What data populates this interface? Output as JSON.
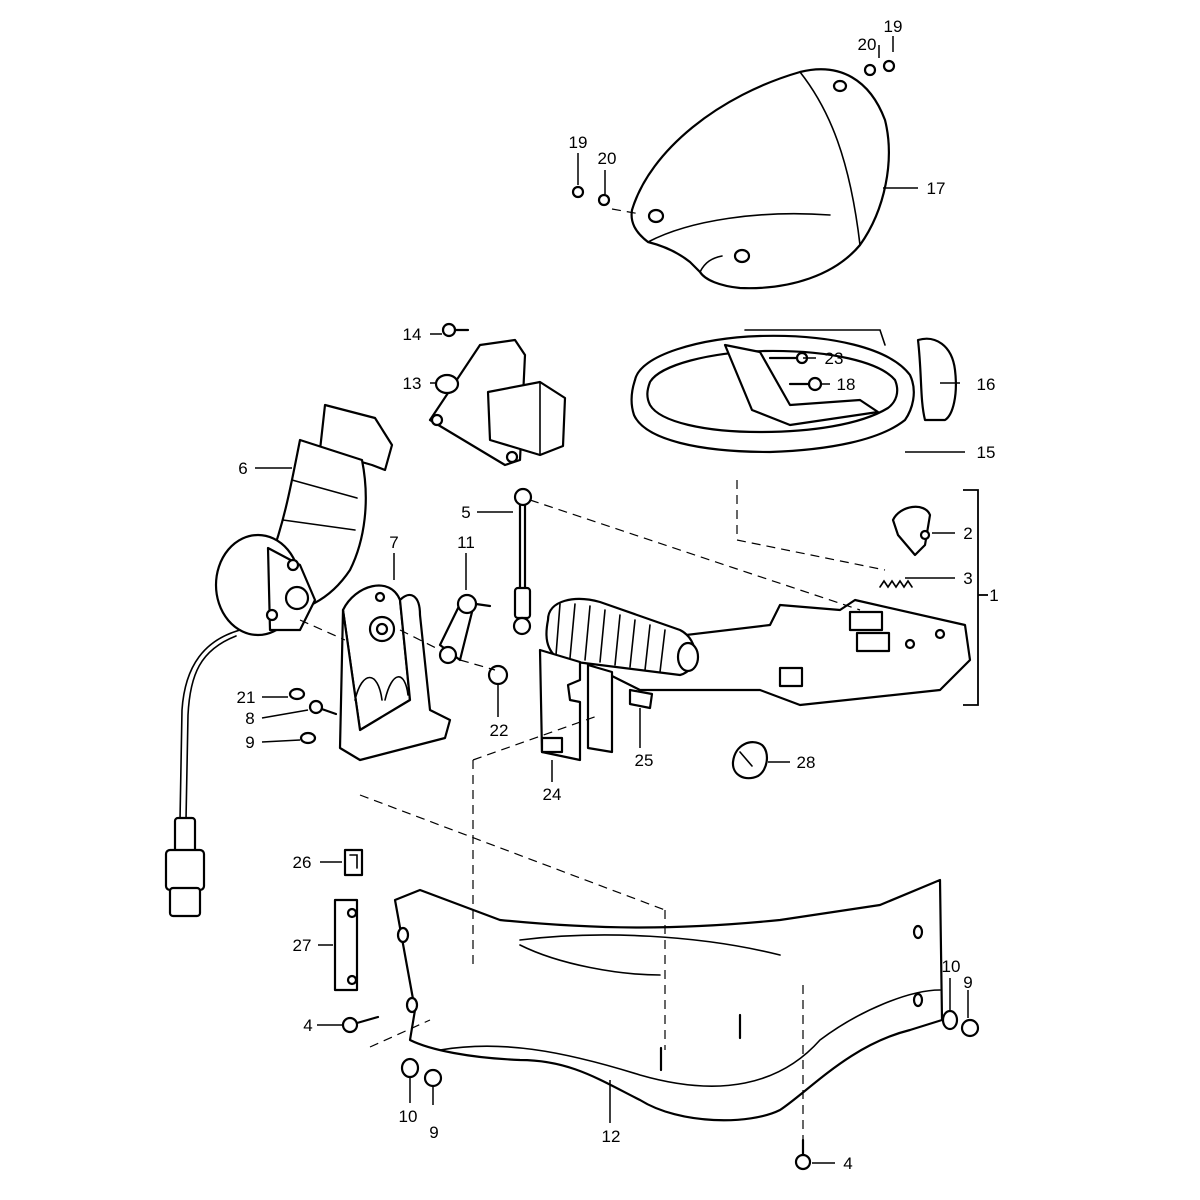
{
  "callouts": {
    "c1": "1",
    "c2": "2",
    "c3": "3",
    "c4a": "4",
    "c4b": "4",
    "c5": "5",
    "c6": "6",
    "c7": "7",
    "c8": "8",
    "c9a": "9",
    "c9b": "9",
    "c9c": "9",
    "c10a": "10",
    "c10b": "10",
    "c11": "11",
    "c12": "12",
    "c13": "13",
    "c14": "14",
    "c15": "15",
    "c16": "16",
    "c17": "17",
    "c18": "18",
    "c19a": "19",
    "c19b": "19",
    "c20a": "20",
    "c20b": "20",
    "c21": "21",
    "c22": "22",
    "c23": "23",
    "c24": "24",
    "c25": "25",
    "c26": "26",
    "c27": "27",
    "c28": "28"
  }
}
